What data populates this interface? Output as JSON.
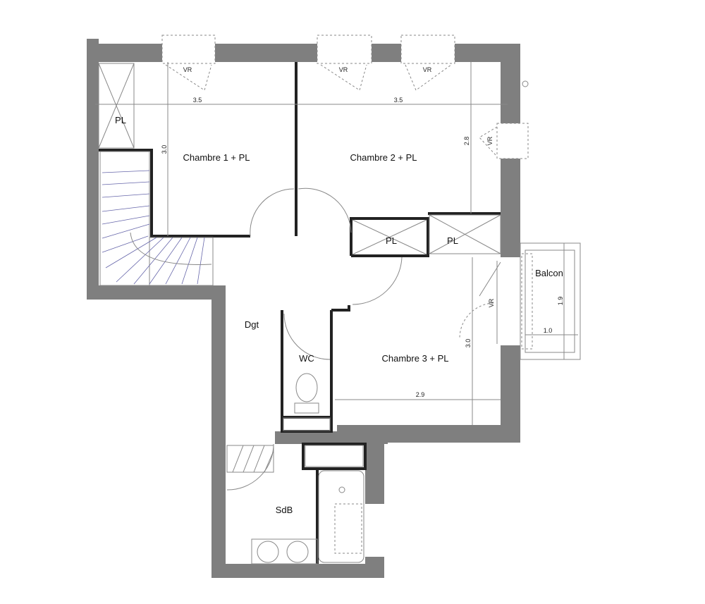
{
  "plan": {
    "rooms": {
      "chambre1": "Chambre 1 + PL",
      "chambre2": "Chambre 2 + PL",
      "chambre3": "Chambre 3 + PL",
      "dgt": "Dgt",
      "wc": "WC",
      "sdb": "SdB",
      "balcon": "Balcon",
      "pl_left": "PL",
      "pl_mid": "PL",
      "pl_right": "PL"
    },
    "dimensions": {
      "ch1_width": "3.5",
      "ch1_depth": "3.0",
      "ch2_width": "3.5",
      "ch2_depth": "2.8",
      "ch3_width": "2.9",
      "ch3_depth": "3.0",
      "balcon_depth": "1.9",
      "balcon_width": "1.0"
    },
    "shutters": [
      "VR",
      "VR",
      "VR",
      "VR",
      "VR"
    ]
  }
}
